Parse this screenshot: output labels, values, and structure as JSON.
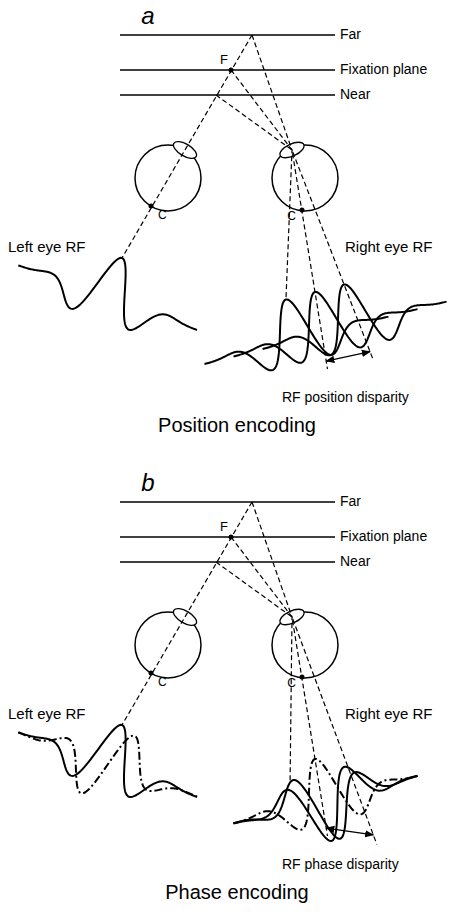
{
  "diagram": {
    "labels": [
      "a",
      "Far",
      "F",
      "Fixation plane",
      "Near",
      "Left eye RF",
      "C",
      "Right eye RF",
      "C",
      "RF position disparity",
      "Position encoding",
      "b",
      "Far",
      "F",
      "Fixation plane",
      "Near",
      "Left eye RF",
      "C",
      "Right eye RF",
      "C",
      "RF phase disparity",
      "Phase encoding"
    ]
  }
}
